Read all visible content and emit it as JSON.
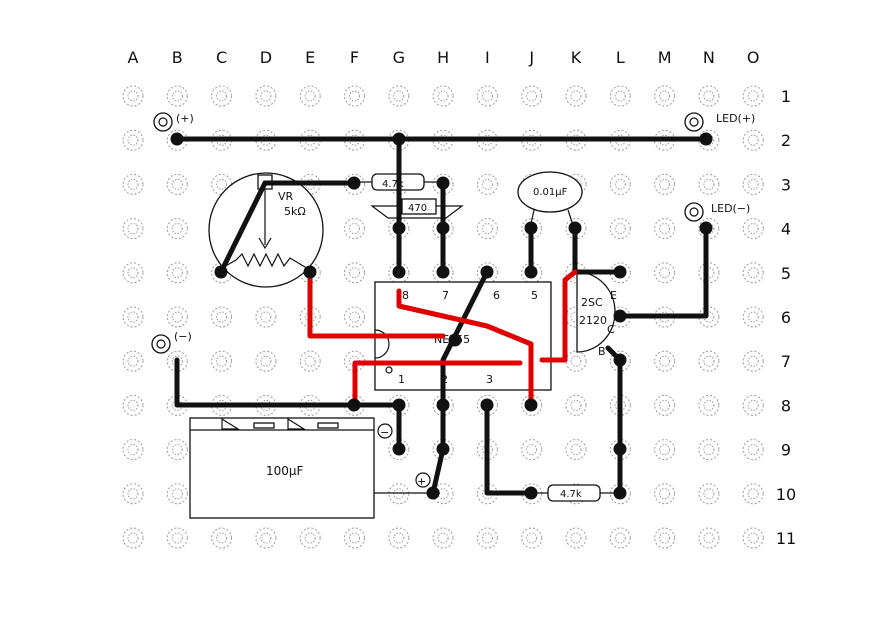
{
  "columns": [
    "A",
    "B",
    "C",
    "D",
    "E",
    "F",
    "G",
    "H",
    "I",
    "J",
    "K",
    "L",
    "M",
    "N",
    "O"
  ],
  "rows": [
    "1",
    "2",
    "3",
    "4",
    "5",
    "6",
    "7",
    "8",
    "9",
    "10",
    "11"
  ],
  "terminals": {
    "plus": "(+)",
    "minus": "(−)",
    "led_plus": "LED(+)",
    "led_minus": "LED(−)"
  },
  "components": {
    "vr_label": "VR",
    "vr_value": "5kΩ",
    "r1": "4.7k",
    "r2": "470",
    "cap_small": "0.01μF",
    "cap_large": "100μF",
    "cap_minus": "−",
    "cap_plus": "+",
    "ic_label": "NE555",
    "transistor_line1": "2SC",
    "transistor_line2": "2120",
    "transistor_e": "E",
    "transistor_c": "C",
    "transistor_b": "B",
    "r3": "4.7k"
  },
  "ic_pins": [
    "8",
    "7",
    "6",
    "5",
    "1",
    "2",
    "3"
  ]
}
